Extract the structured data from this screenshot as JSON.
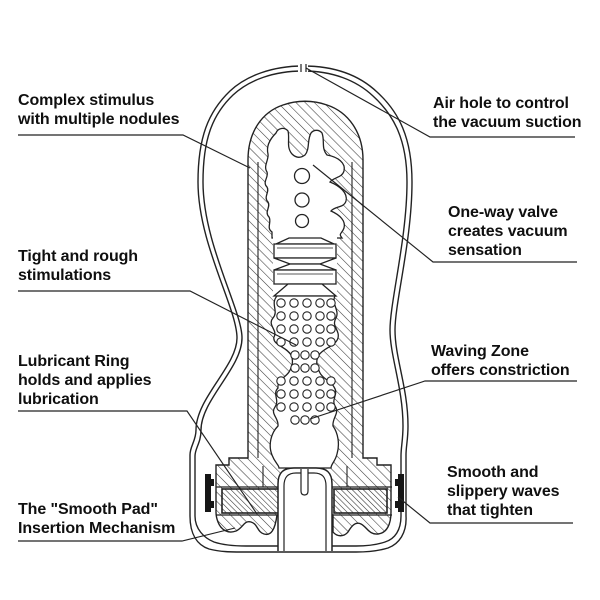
{
  "colors": {
    "background": "#ffffff",
    "line": "#222222",
    "hatch": "#3c3c3c",
    "text": "#0f0f0f"
  },
  "diagram": {
    "type": "product-cutaway",
    "labels": [
      {
        "id": "complex-stimulus",
        "text": "Complex stimulus\nwith multiple nodules"
      },
      {
        "id": "air-hole",
        "text": "Air hole to control\nthe vacuum suction"
      },
      {
        "id": "one-way-valve",
        "text": "One-way valve\ncreates vacuum\nsensation"
      },
      {
        "id": "tight-rough",
        "text": "Tight and rough\nstimulations"
      },
      {
        "id": "lubricant-ring",
        "text": "Lubricant Ring\nholds and applies\nlubrication"
      },
      {
        "id": "waving-zone",
        "text": "Waving Zone\noffers constriction"
      },
      {
        "id": "smooth-pad",
        "text": "The \"Smooth Pad\"\nInsertion Mechanism"
      },
      {
        "id": "smooth-waves",
        "text": "Smooth and\nslippery waves\nthat tighten"
      }
    ]
  }
}
